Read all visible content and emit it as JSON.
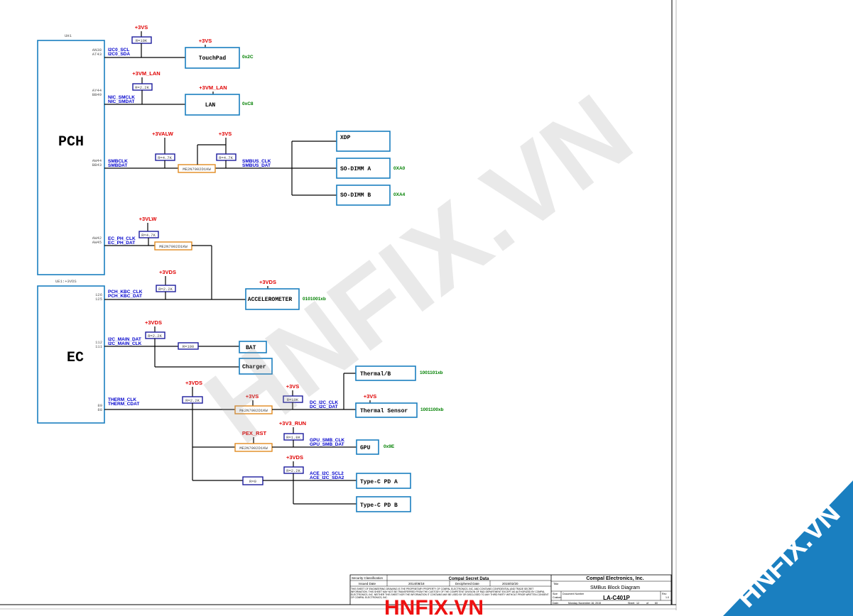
{
  "pch": {
    "ref": "UH1",
    "label": "PCH",
    "pins_tp": [
      "AN38",
      "AT43"
    ],
    "pins_lan": [
      "AY44",
      "BB49"
    ],
    "pins_smb": [
      "AW44",
      "BB43"
    ],
    "pins_ec": [
      "AW42",
      "AW45"
    ]
  },
  "ec": {
    "ref": "UE1:+3VDS",
    "label": "EC",
    "pins_kbc": [
      "126",
      "125"
    ],
    "pins_main": [
      "112",
      "111"
    ],
    "pins_therm": [
      "89",
      "88"
    ]
  },
  "touchpad": {
    "sig1": "I2C0_SCL",
    "sig2": "I2C0_SDA",
    "pull_rail": "+3VS",
    "res": "R=10K",
    "dev_rail": "+3VS",
    "name": "TouchPad",
    "addr": "0x2C"
  },
  "lan": {
    "sig1": "NIC_SMCLK",
    "sig2": "NIC_SMDAT",
    "pull_rail": "+3VM_LAN",
    "res": "R=2.2K",
    "dev_rail": "+3VM_LAN",
    "name": "LAN",
    "addr": "0xC8"
  },
  "smbus": {
    "sig1": "SMBCLK",
    "sig2": "SMBDAT",
    "rail_left": "+3VALW",
    "res_left": "R=4.7K",
    "rail_right": "+3VS",
    "res_right": "R=4.7K",
    "fet": "ME2N7002D1KW",
    "out1": "SMBUS_CLK",
    "out2": "SMBUS_DAT",
    "xdp": "XDP",
    "dimm_a": "SO-DIMM A",
    "dimm_a_addr": "0XA0",
    "dimm_b": "SO-DIMM B",
    "dimm_b_addr": "0XA4"
  },
  "ec_ph": {
    "sig1": "EC_PH_CLK",
    "sig2": "EC_PH_DAT",
    "rail": "+3VLW",
    "res": "R=4.7K",
    "fet": "ME2N7002D1KW"
  },
  "kbc": {
    "sig1": "PCH_KBC_CLK",
    "sig2": "PCH_KBC_DAT",
    "rail": "+3VDS",
    "res": "R=2.2K"
  },
  "accel": {
    "rail": "+3VDS",
    "name": "ACCELEROMETER",
    "addr": "0101001xb"
  },
  "main": {
    "sig1": "I2C_MAIN_DAT",
    "sig2": "I2C_MAIN_CLK",
    "rail": "+3VDS",
    "res": "R=2.2K",
    "series": "R=100",
    "bat": "BAT",
    "charger": "Charger"
  },
  "therm": {
    "sig1": "THERM_CLK",
    "sig2": "THERM_CDAT",
    "rail_left": "+3VDS",
    "res_left": "R=2.2K",
    "rail_fet": "+3VS",
    "fet": "ME2N7002D1KW",
    "rail_right": "+3VS",
    "res_right": "R=10K",
    "out1": "DC_I2C_CLK",
    "out2": "DC_I2C_DAT",
    "thermal_b": "Thermal/B",
    "thermal_b_addr": "1001101xb",
    "sensor_rail": "+3VS",
    "sensor": "Thermal Sensor",
    "sensor_addr": "1001100xb"
  },
  "gpu": {
    "rail_fet": "PEX_RST",
    "fet": "ME2N7002D1KW",
    "rail": "+3V3_RUN",
    "res": "R=1.8K",
    "sig1": "GPU_SMB_CLK",
    "sig2": "GPU_SMB_DAT",
    "name": "GPU",
    "addr": "0x9E"
  },
  "typec": {
    "series": "R=0",
    "rail": "+3VDS",
    "res": "R=2.2K",
    "sig1": "ACE_I2C_SCL2",
    "sig2": "ACE_I2C_SDA2",
    "pd_a": "Type-C PD A",
    "pd_b": "Type-C PD B"
  },
  "title_block": {
    "security_label": "Security Classification",
    "security_value": "Compal Secret Data",
    "issued_label": "Issued Date",
    "issued_value": "2014/08/18",
    "deciphered_label": "Deciphered Date",
    "deciphered_value": "2015/02/20",
    "company": "Compal Electronics, Inc.",
    "title_label": "Title",
    "title_value": "SMBus Block Diagram",
    "docnum_label": "Document Number",
    "rev_label": "Rev",
    "rev_value": "1.0",
    "size_label": "Size",
    "size_value": "Custom",
    "docnum_value": "LA-C401P",
    "date_label": "Date:",
    "date_value": "Monday, November 16, 2015",
    "sheet_label": "Sheet",
    "sheet_value": "12",
    "of_label": "of",
    "of_value": "60",
    "notice": "THIS SHEET OF ENGINEERING DRAWING IS THE PROPRIETARY PROPERTY OF COMPAL ELECTRONICS, INC. AND CONTAINS CONFIDENTIAL AND TRADE SECRET INFORMATION. THIS SHEET MAY NOT BE TRANSFERRED FROM THE CUSTODY OF THE COMPETENT DIVISION OF R&D DEPARTMENT EXCEPT AS AUTHORIZED BY COMPAL ELECTRONICS, INC. NEITHER THIS SHEET NOR THE INFORMATION IT CONTAINS MAY BE USED BY OR DISCLOSED TO ANY THIRD PARTY WITHOUT PRIOR WRITTEN CONSENT OF COMPAL ELECTRONICS, INC."
  },
  "watermark": {
    "big": "HNFIX.VN",
    "corner": "HNFIX.VN",
    "bottom": "HNFIX.VN"
  }
}
